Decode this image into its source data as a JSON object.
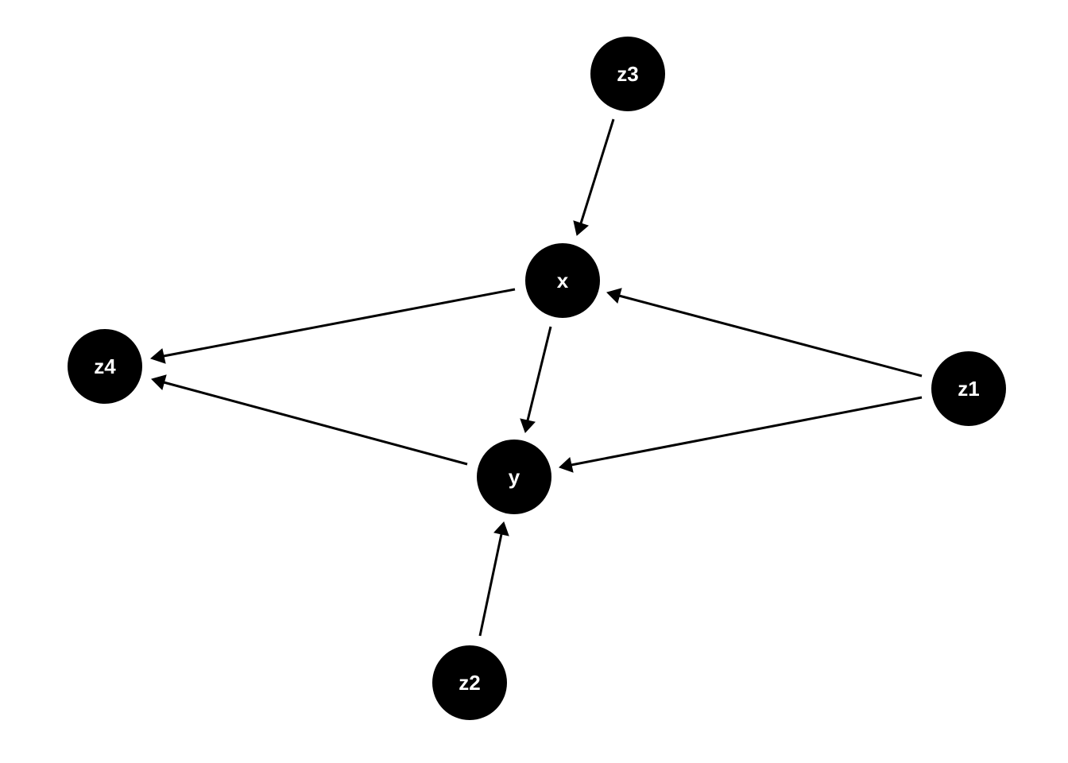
{
  "diagram": {
    "type": "directed-graph",
    "node_color": "#000000",
    "label_color": "#ffffff",
    "edge_color": "#000000",
    "nodes": [
      {
        "id": "z3",
        "label": "z3"
      },
      {
        "id": "x",
        "label": "x"
      },
      {
        "id": "z4",
        "label": "z4"
      },
      {
        "id": "z1",
        "label": "z1"
      },
      {
        "id": "y",
        "label": "y"
      },
      {
        "id": "z2",
        "label": "z2"
      }
    ],
    "edges": [
      {
        "from": "z3",
        "to": "x"
      },
      {
        "from": "x",
        "to": "z4"
      },
      {
        "from": "x",
        "to": "y"
      },
      {
        "from": "z1",
        "to": "x"
      },
      {
        "from": "z1",
        "to": "y"
      },
      {
        "from": "y",
        "to": "z4"
      },
      {
        "from": "z2",
        "to": "y"
      }
    ]
  }
}
